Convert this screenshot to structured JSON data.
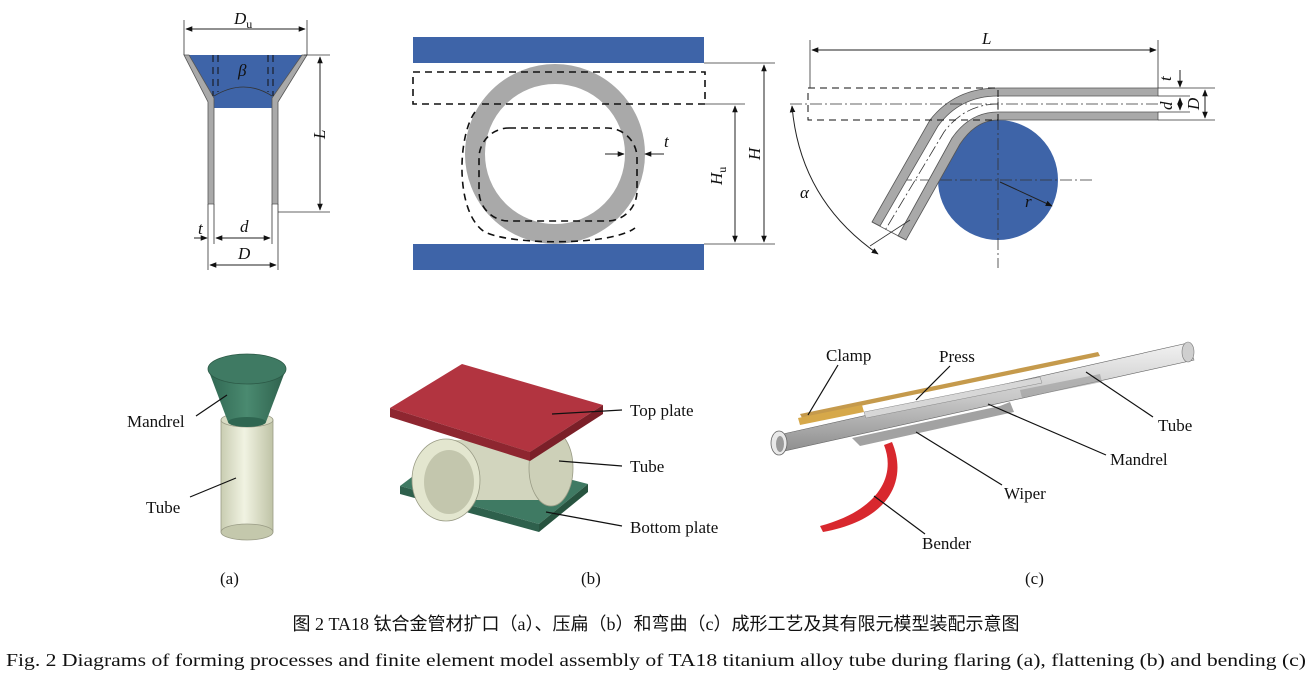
{
  "figure": {
    "panel_a": {
      "dims": {
        "Du_main": "D",
        "Du_sub": "u",
        "beta": "β",
        "L": "L",
        "t": "t",
        "d": "d",
        "D": "D"
      },
      "model_labels": {
        "mandrel": "Mandrel",
        "tube": "Tube"
      },
      "panel_label": "(a)"
    },
    "panel_b": {
      "dims": {
        "t": "t",
        "Hu_main": "H",
        "Hu_sub": "u",
        "H": "H"
      },
      "model_labels": {
        "top_plate": "Top plate",
        "tube": "Tube",
        "bottom_plate": "Bottom plate"
      },
      "panel_label": "(b)"
    },
    "panel_c": {
      "dims": {
        "L": "L",
        "t": "t",
        "d": "d",
        "D": "D",
        "alpha": "α",
        "r": "r"
      },
      "model_labels": {
        "clamp": "Clamp",
        "press": "Press",
        "tube": "Tube",
        "mandrel": "Mandrel",
        "wiper": "Wiper",
        "bender": "Bender"
      },
      "panel_label": "(c)"
    },
    "caption_cn": "图 2 TA18 钛合金管材扩口（a）、压扁（b）和弯曲（c）成形工艺及其有限元模型装配示意图",
    "caption_en": "Fig. 2 Diagrams of forming processes and finite element model assembly of TA18 titanium alloy tube during flaring (a), flattening (b) and bending (c)"
  },
  "colors": {
    "steel_blue": "#3e64a8",
    "gray_tube": "#a9a9a9",
    "mandrel_green": "#3f7a63",
    "tube_cream": "#e3e6cf",
    "plate_red": "#b23440",
    "bender_red": "#d8282e",
    "clamp_gold": "#c59a4c"
  }
}
